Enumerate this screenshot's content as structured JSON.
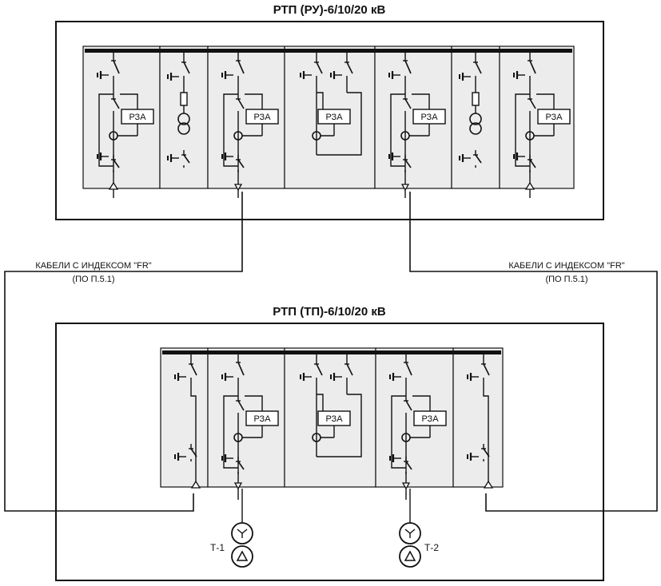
{
  "top_station": {
    "title": "РТП (РУ)-6/10/20 кВ",
    "panels": [
      {
        "type": "line-rza",
        "label": "РЗА"
      },
      {
        "type": "vt"
      },
      {
        "type": "line-rza",
        "label": "РЗА"
      },
      {
        "type": "sect-rza",
        "label": "РЗА"
      },
      {
        "type": "line-rza",
        "label": "РЗА"
      },
      {
        "type": "vt"
      },
      {
        "type": "line-rza",
        "label": "РЗА"
      }
    ]
  },
  "bottom_station": {
    "title": "РТП (ТП)-6/10/20 кВ",
    "panels": [
      {
        "type": "isol"
      },
      {
        "type": "line-rza",
        "label": "РЗА"
      },
      {
        "type": "sect-rza",
        "label": "РЗА"
      },
      {
        "type": "line-rza",
        "label": "РЗА"
      },
      {
        "type": "isol"
      }
    ],
    "transformers": [
      "Т-1",
      "Т-2"
    ]
  },
  "cable_notes": [
    {
      "line1": "КАБЕЛИ С ИНДЕКСОМ \"FR\"",
      "line2": "(ПО П.5.1)"
    },
    {
      "line1": "КАБЕЛИ С ИНДЕКСОМ \"FR\"",
      "line2": "(ПО П.5.1)"
    }
  ],
  "colors": {
    "line": "#111111",
    "panel_fill": "#ececec",
    "background": "#ffffff"
  }
}
